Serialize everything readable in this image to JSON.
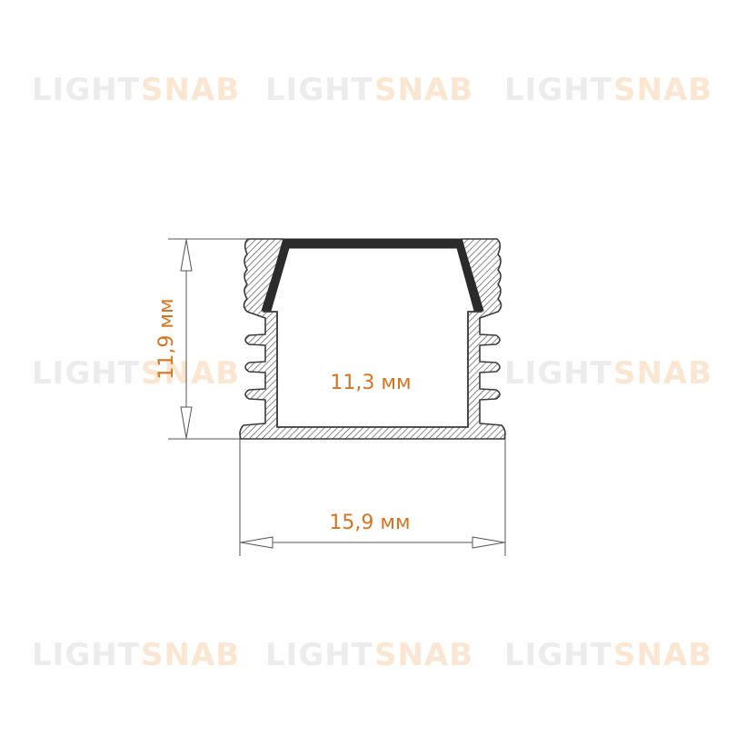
{
  "watermark": {
    "word1": "LIGHT",
    "word2": "SNAB"
  },
  "dimensions": {
    "height": "11,9 мм",
    "inner_width": "11,3 мм",
    "outer_width": "15,9 мм"
  },
  "colors": {
    "accent": "#d9731f",
    "profile_outline": "#3a3a3a",
    "diffuser": "#2b2b2b",
    "dimension_line": "#555555",
    "watermark_gray": "#ececec",
    "watermark_orange": "#fbe6d2"
  }
}
